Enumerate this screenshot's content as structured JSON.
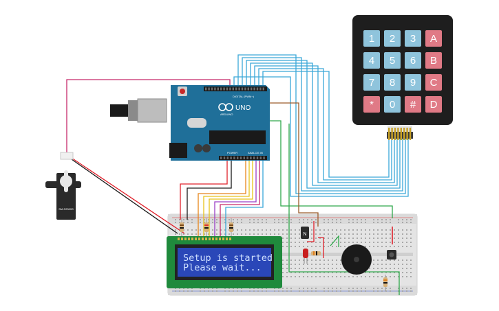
{
  "lcd": {
    "line1": "Setup is started",
    "line2": "Please wait..."
  },
  "keypad": {
    "rows": [
      [
        "1",
        "2",
        "3",
        "A"
      ],
      [
        "4",
        "5",
        "6",
        "B"
      ],
      [
        "7",
        "8",
        "9",
        "C"
      ],
      [
        "*",
        "0",
        "#",
        "D"
      ]
    ],
    "colors": {
      "digit": "#8fc4dc",
      "letter": "#e07a86",
      "body": "#1e1e1e"
    }
  },
  "arduino": {
    "logo": "UNO",
    "brand": "ARDUINO",
    "digital_label": "DIGITAL (PWM~)",
    "power_label": "POWER",
    "analog_label": "ANALOG IN",
    "color": "#1f6f99"
  },
  "servo": {
    "model": "SM-S2309S"
  },
  "wire_colors": {
    "keypad": "#3aa8d8",
    "power": "#e0202a",
    "ground": "#1a1a1a",
    "signal_pink": "#c7296b",
    "green": "#2ea84a",
    "yellow": "#e8c21a",
    "orange": "#e8851a",
    "purple": "#9b3fc7",
    "brown": "#9a5a2a"
  }
}
